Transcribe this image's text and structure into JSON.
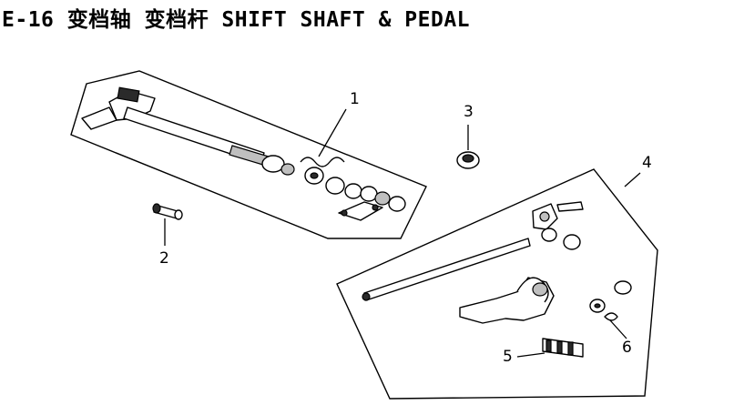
{
  "title": "E-16 变档轴 变档杆 SHIFT SHAFT & PEDAL",
  "callouts": {
    "c1": "1",
    "c2": "2",
    "c3": "3",
    "c4": "4",
    "c5": "5",
    "c6": "6"
  }
}
